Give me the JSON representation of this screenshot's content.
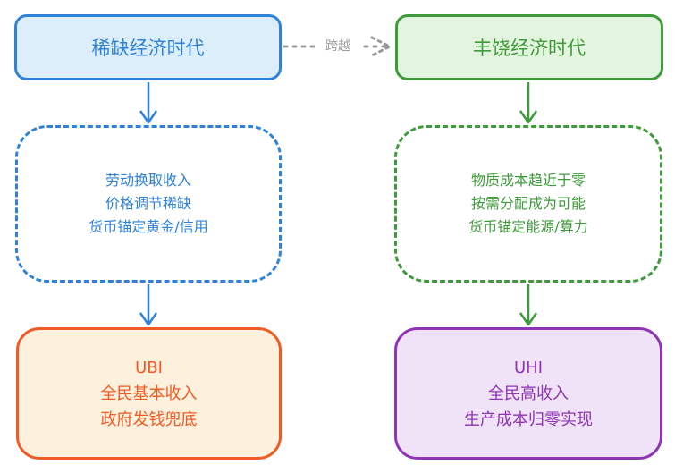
{
  "nodes": {
    "scarcity": {
      "title": "稀缺经济时代"
    },
    "abundance": {
      "title": "丰饶经济时代"
    },
    "scarcity_details": {
      "lines": [
        "劳动换取收入",
        "价格调节稀缺",
        "货币锚定黄金/信用"
      ]
    },
    "abundance_details": {
      "lines": [
        "物质成本趋近于零",
        "按需分配成为可能",
        "货币锚定能源/算力"
      ]
    },
    "ubi": {
      "lines": [
        "UBI",
        "全民基本收入",
        "政府发钱兜底"
      ]
    },
    "uhi": {
      "lines": [
        "UHI",
        "全民高收入",
        "生产成本归零实现"
      ]
    }
  },
  "edges": {
    "transition_label": "跨越"
  },
  "colors": {
    "blue": "#2f82d8",
    "green": "#3f9a3b",
    "orange": "#f05a23",
    "purple": "#8d35b4",
    "gray": "#9a9a9a"
  }
}
